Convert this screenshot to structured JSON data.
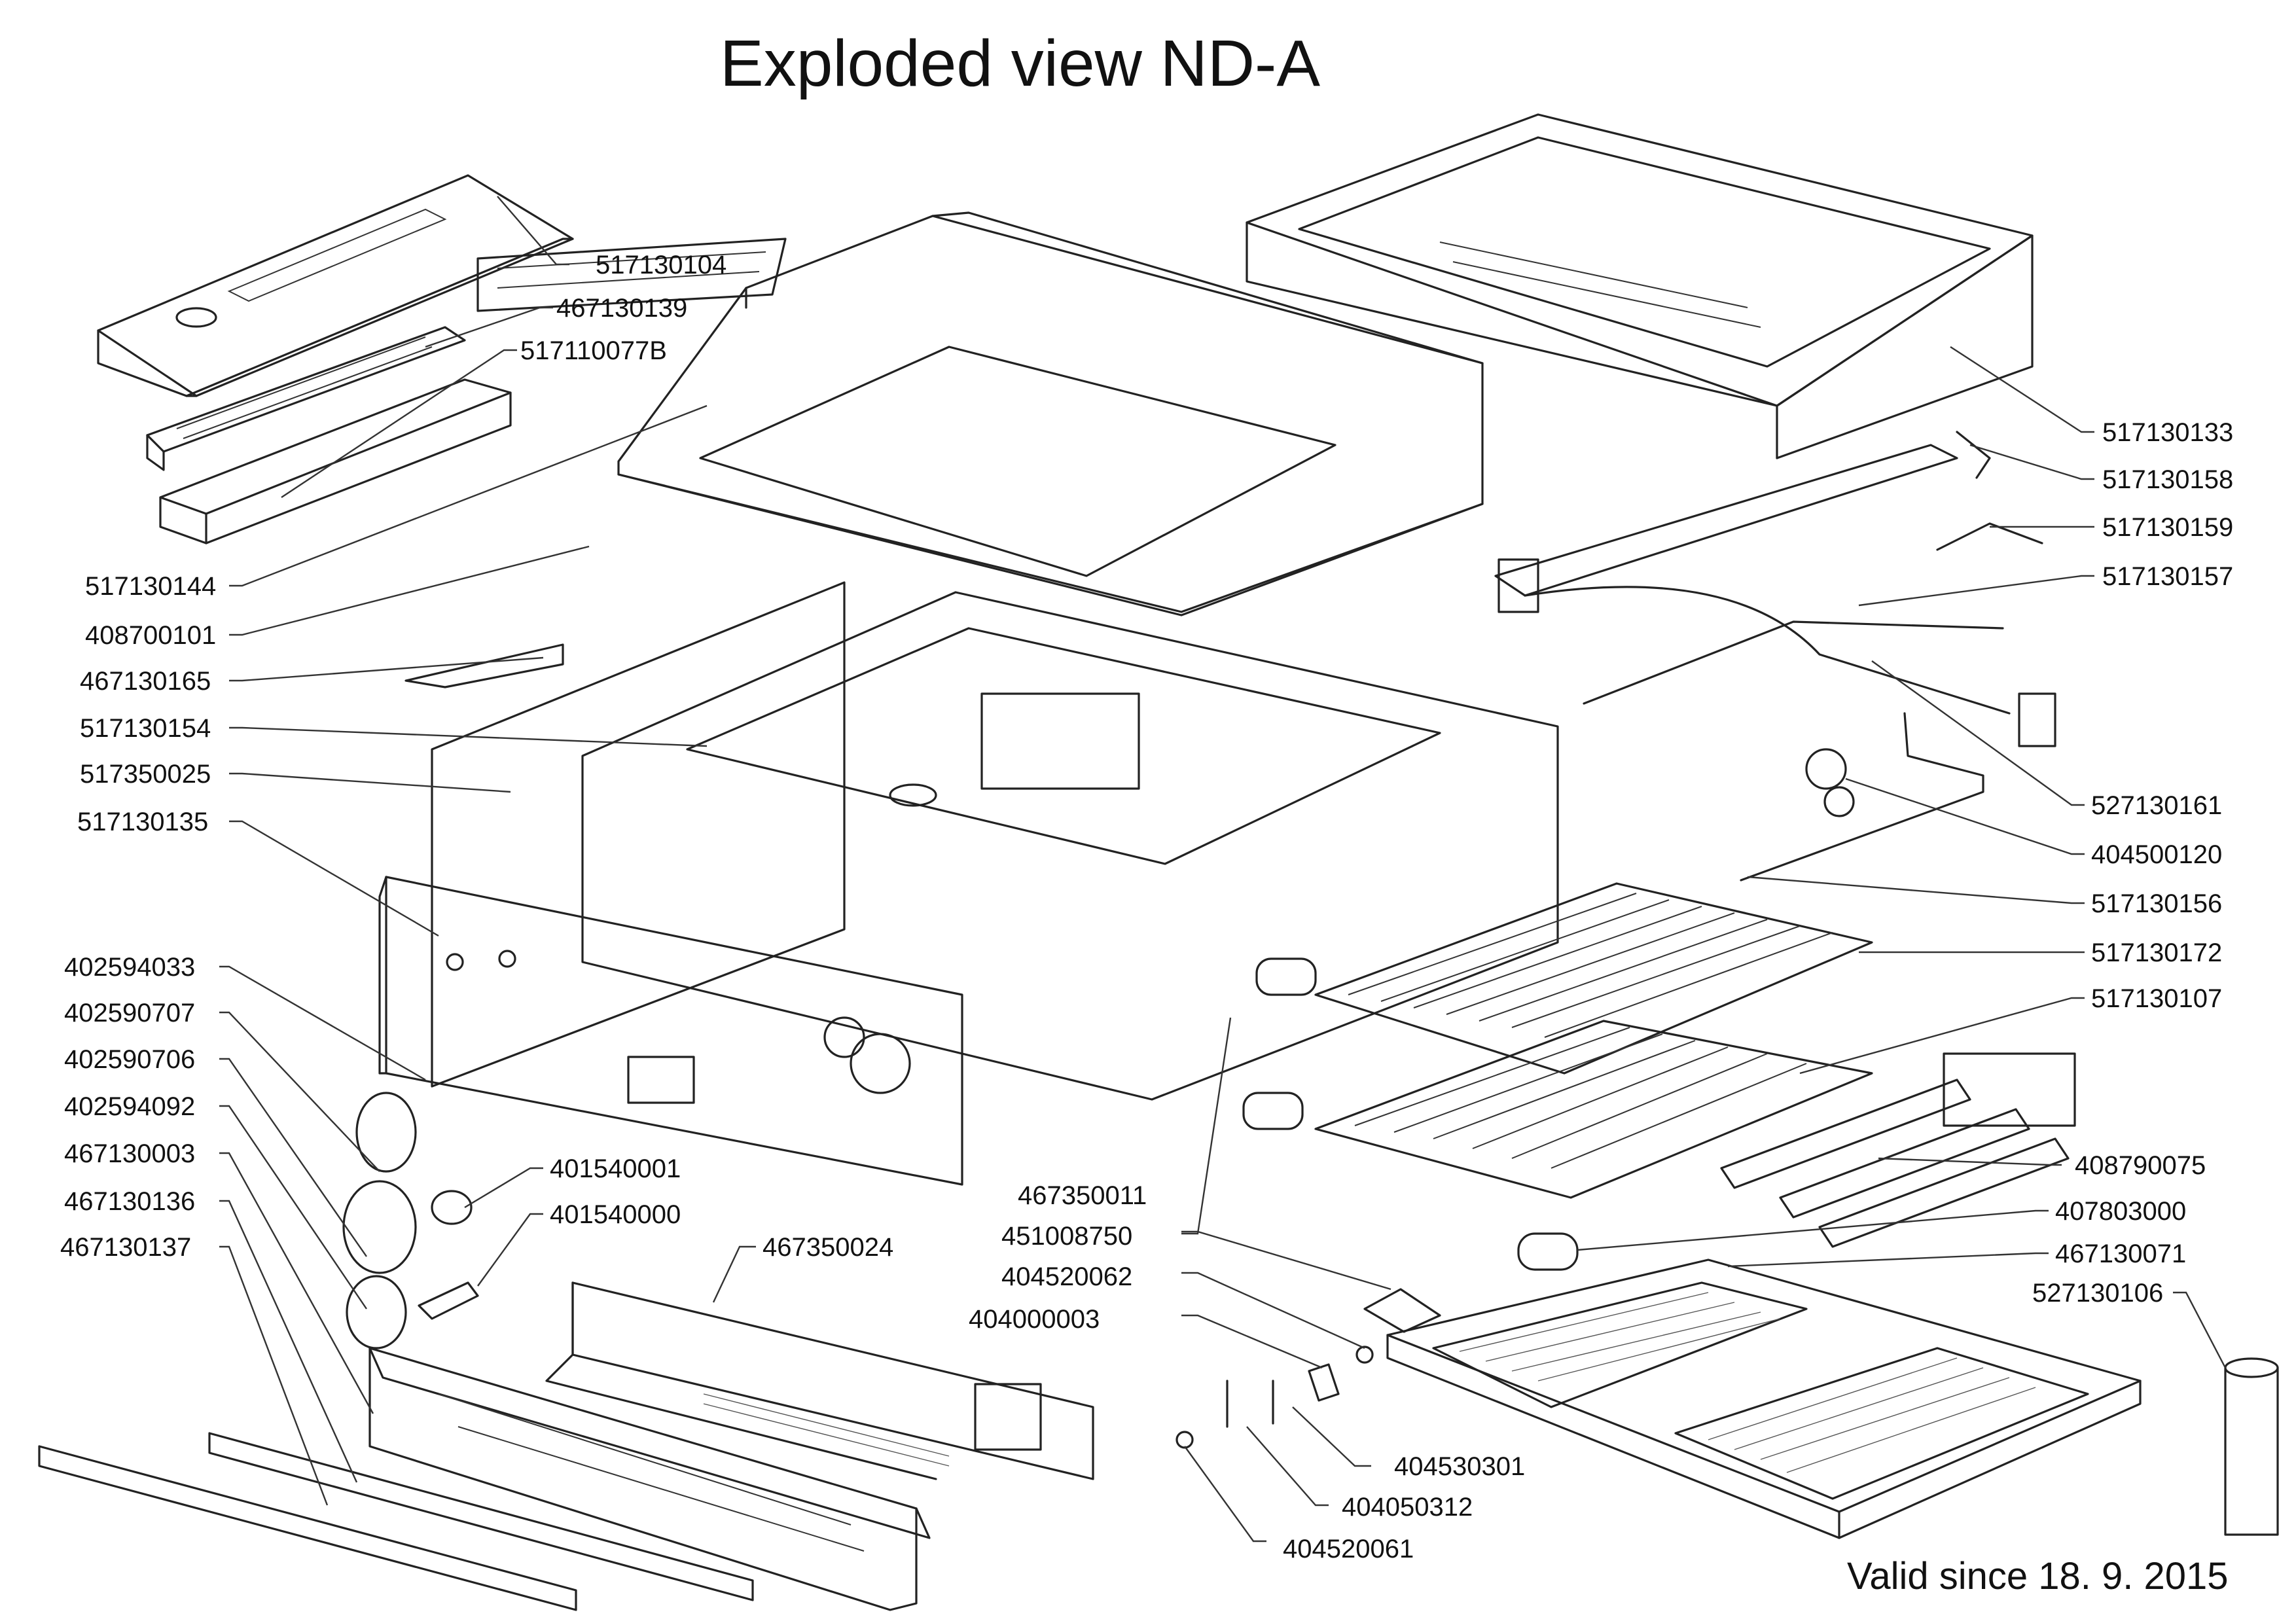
{
  "title": "Exploded view ND-A",
  "footer": "Valid since 18. 9. 2015",
  "parts": [
    {
      "id": "p01",
      "number": "517130104"
    },
    {
      "id": "p02",
      "number": "467130139"
    },
    {
      "id": "p03",
      "number": "517110077B"
    },
    {
      "id": "p04",
      "number": "517130144"
    },
    {
      "id": "p05",
      "number": "408700101"
    },
    {
      "id": "p06",
      "number": "467130165"
    },
    {
      "id": "p07",
      "number": "517130154"
    },
    {
      "id": "p08",
      "number": "517350025"
    },
    {
      "id": "p09",
      "number": "517130135"
    },
    {
      "id": "p10",
      "number": "402594033"
    },
    {
      "id": "p11",
      "number": "402590707"
    },
    {
      "id": "p12",
      "number": "402590706"
    },
    {
      "id": "p13",
      "number": "402594092"
    },
    {
      "id": "p14",
      "number": "467130003"
    },
    {
      "id": "p15",
      "number": "467130136"
    },
    {
      "id": "p16",
      "number": "467130137"
    },
    {
      "id": "p17",
      "number": "401540001"
    },
    {
      "id": "p18",
      "number": "401540000"
    },
    {
      "id": "p19",
      "number": "467350024"
    },
    {
      "id": "p20",
      "number": "467350011"
    },
    {
      "id": "p21",
      "number": "451008750"
    },
    {
      "id": "p22",
      "number": "404520062"
    },
    {
      "id": "p23",
      "number": "404000003"
    },
    {
      "id": "p24",
      "number": "404530301"
    },
    {
      "id": "p25",
      "number": "404050312"
    },
    {
      "id": "p26",
      "number": "404520061"
    },
    {
      "id": "p27",
      "number": "517130133"
    },
    {
      "id": "p28",
      "number": "517130158"
    },
    {
      "id": "p29",
      "number": "517130159"
    },
    {
      "id": "p30",
      "number": "517130157"
    },
    {
      "id": "p31",
      "number": "527130161"
    },
    {
      "id": "p32",
      "number": "404500120"
    },
    {
      "id": "p33",
      "number": "517130156"
    },
    {
      "id": "p34",
      "number": "517130172"
    },
    {
      "id": "p35",
      "number": "517130107"
    },
    {
      "id": "p36",
      "number": "408790075"
    },
    {
      "id": "p37",
      "number": "407803000"
    },
    {
      "id": "p38",
      "number": "467130071"
    },
    {
      "id": "p39",
      "number": "527130106"
    }
  ]
}
